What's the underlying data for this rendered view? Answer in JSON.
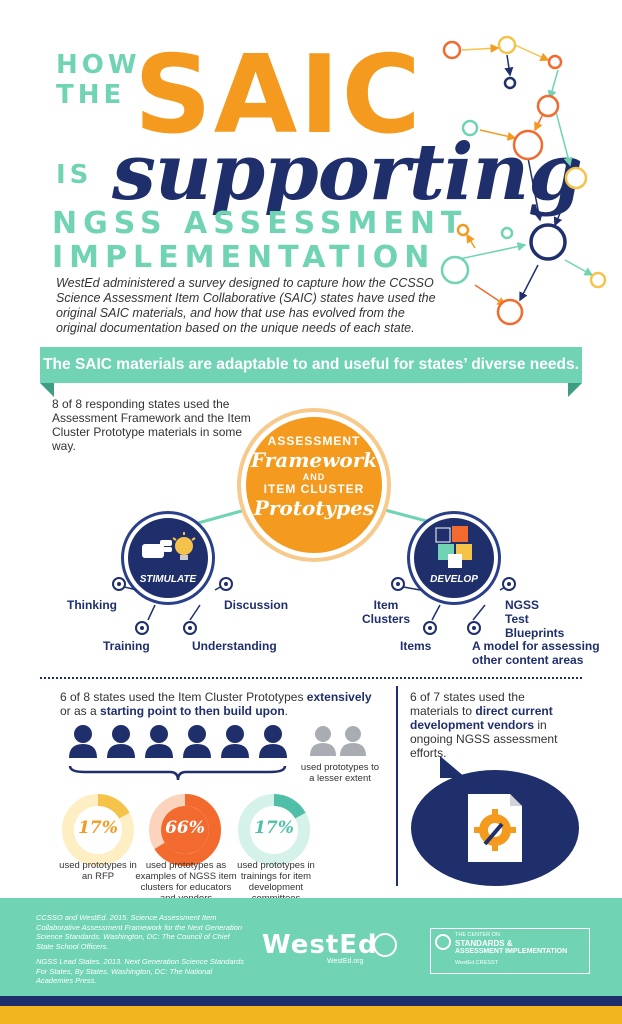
{
  "title": {
    "how": "HOW",
    "the": "THE",
    "saic": "SAIC",
    "is": "IS",
    "supporting": "supporting",
    "line1": "NGSS ASSESSMENT",
    "line2": "IMPLEMENTATION"
  },
  "intro": "WestEd administered a survey designed to capture how the CCSSO Science Assessment Item Collaborative (SAIC) states have used the original SAIC materials, and how that use has evolved from the original documentation based on the unique needs of each state.",
  "banner": "The SAIC materials are adaptable to and useful for states’ diverse needs.",
  "stat_8of8": "8 of 8 responding states used the Assessment Framework and the Item Cluster Prototype materials in some way.",
  "center": {
    "l1": "ASSESSMENT",
    "l2": "Framework",
    "l3": "AND",
    "l4": "ITEM CLUSTER",
    "l5": "Prototypes"
  },
  "stimulate": {
    "label": "STIMULATE",
    "items": [
      "Thinking",
      "Discussion",
      "Training",
      "Understanding"
    ]
  },
  "develop": {
    "label": "DEVELOP",
    "items": [
      "Item Clusters",
      "Items",
      "NGSS Test Blueprints",
      "A model for assessing other content areas"
    ]
  },
  "left_panel": {
    "pre": "6 of 8 states used the Item Cluster Prototypes ",
    "hl1": "extensively",
    "mid": " or as a ",
    "hl2": "starting point to then build upon",
    "post": ".",
    "lesser": "used prototypes to a lesser extent",
    "rings": [
      {
        "value": "17%",
        "percent": 17,
        "color": "#f6c34a",
        "track": "#fdeec4",
        "text_color": "#f39a1f",
        "caption": "used prototypes in an RFP"
      },
      {
        "value": "66%",
        "percent": 66,
        "color": "#f26a2e",
        "track": "#fcd3bd",
        "text_color": "#ffffff",
        "caption": "used prototypes as examples of NGSS item clusters for educators and vendors"
      },
      {
        "value": "17%",
        "percent": 17,
        "color": "#4fbfa8",
        "track": "#d4f1ea",
        "text_color": "#4fbfa8",
        "caption": "used prototypes in trainings for item development committees"
      }
    ]
  },
  "right_panel": {
    "pre": "6 of 7 states used the materials to ",
    "hl": "direct current development vendors",
    "post": " in ongoing NGSS assessment efforts."
  },
  "footer": {
    "ref1": "CCSSO and WestEd. 2015. Science Assessment Item Collaborative Assessment Framework for the Next Generation Science Standards. Washington, DC: The Council of Chief State School Officers.",
    "ref2": "NGSS Lead States. 2013. Next Generation Science Standards For States, By States. Washington, DC: The National Academies Press.",
    "wested": "WestEd",
    "wested_url": "WestEd.org",
    "center_small": "THE CENTER ON",
    "center_big1": "STANDARDS &",
    "center_big2": "ASSESSMENT IMPLEMENTATION",
    "center_partners": "WestEd  CRESST"
  },
  "colors": {
    "navy": "#1f2f6b",
    "orange": "#f39a1f",
    "mint": "#6fd3b4",
    "gold": "#f3b51f",
    "gray": "#a9adb3"
  }
}
